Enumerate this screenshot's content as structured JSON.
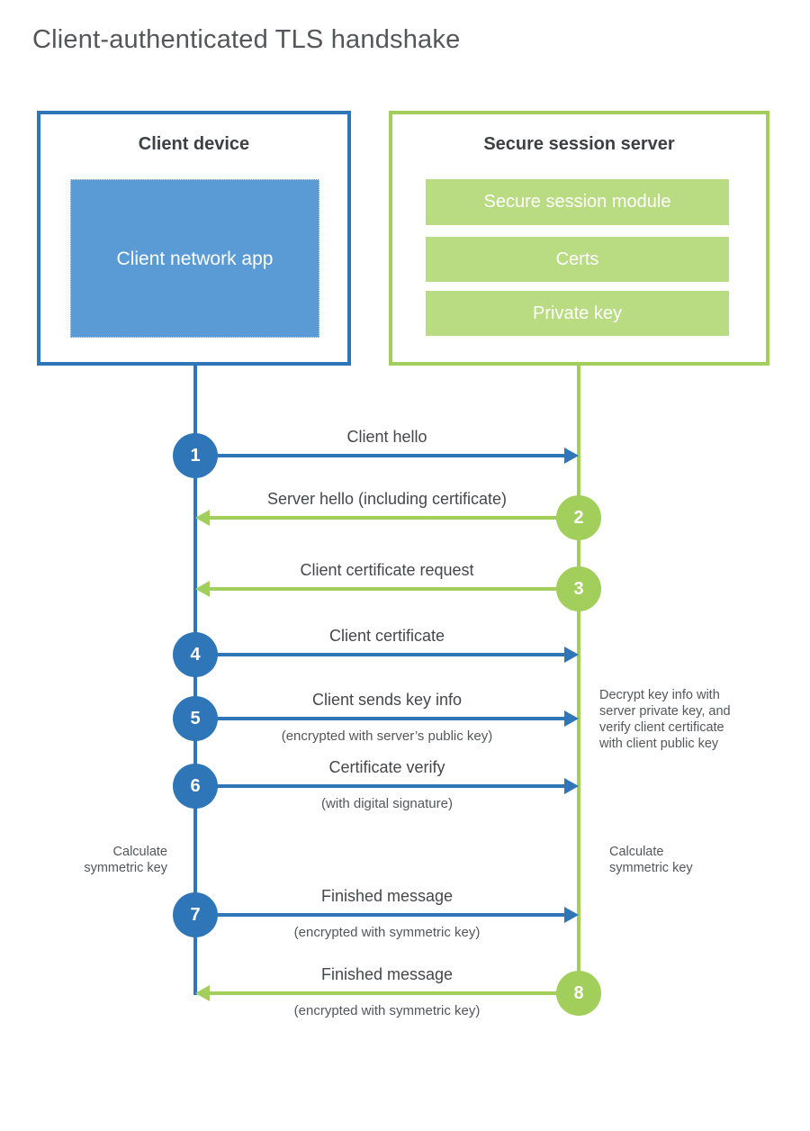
{
  "title": "Client-authenticated TLS handshake",
  "colors": {
    "blue": "#2f76b8",
    "blue_fill": "#5b9bd5",
    "green": "#a2ce5b",
    "green_fill": "#b9db82"
  },
  "client": {
    "title": "Client device",
    "app_label": "Client network app"
  },
  "server": {
    "title": "Secure session server",
    "modules": [
      "Secure session module",
      "Certs",
      "Private key"
    ]
  },
  "steps": [
    {
      "num": "1",
      "label": "Client hello",
      "direction": "client-to-server"
    },
    {
      "num": "2",
      "label": "Server hello (including certificate)",
      "direction": "server-to-client"
    },
    {
      "num": "3",
      "label": "Client certificate request",
      "direction": "server-to-client"
    },
    {
      "num": "4",
      "label": "Client certificate",
      "direction": "client-to-server"
    },
    {
      "num": "5",
      "label": "Client sends key info",
      "sub": "(encrypted with server’s public key)",
      "direction": "client-to-server"
    },
    {
      "num": "6",
      "label": "Certificate verify",
      "sub": "(with digital signature)",
      "direction": "client-to-server"
    },
    {
      "num": "7",
      "label": "Finished message",
      "sub": "(encrypted with symmetric key)",
      "direction": "client-to-server"
    },
    {
      "num": "8",
      "label": "Finished message",
      "sub": "(encrypted with symmetric key)",
      "direction": "server-to-client"
    }
  ],
  "notes": {
    "decrypt_note": "Decrypt key info with server private key, and verify client certificate with client public key",
    "calc_left": "Calculate symmetric key",
    "calc_right": "Calculate symmetric key"
  }
}
